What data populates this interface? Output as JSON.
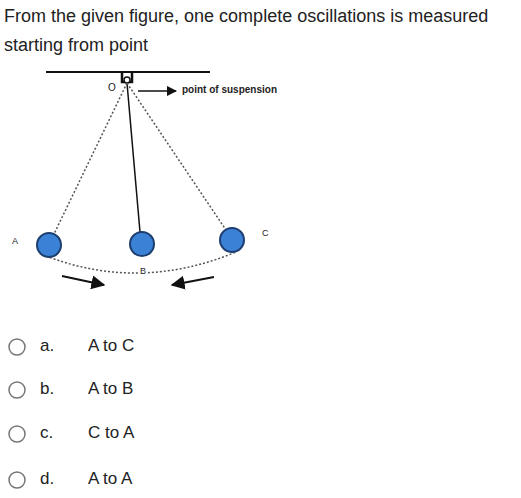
{
  "diagram": {
    "title": "From the given figure, one complete oscillations is measured starting from point",
    "labels": [
      "O",
      "point of suspension",
      "A",
      "B",
      "C",
      "a.",
      "A to C",
      "b.",
      "A to B",
      "c.",
      "C to A",
      "d.",
      "A to A"
    ]
  }
}
